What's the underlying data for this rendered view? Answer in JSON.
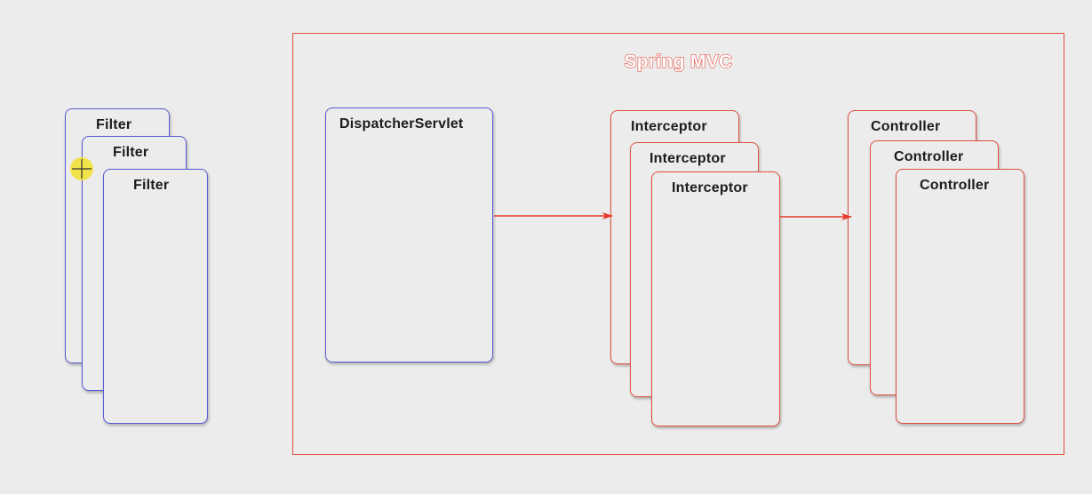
{
  "diagram": {
    "container_title": "Spring MVC",
    "filters": [
      {
        "label": "Filter"
      },
      {
        "label": "Filter"
      },
      {
        "label": "Filter"
      }
    ],
    "dispatcher": {
      "label": "DispatcherServlet"
    },
    "interceptors": [
      {
        "label": "Interceptor"
      },
      {
        "label": "Interceptor"
      },
      {
        "label": "Interceptor"
      }
    ],
    "controllers": [
      {
        "label": "Controller"
      },
      {
        "label": "Controller"
      },
      {
        "label": "Controller"
      }
    ],
    "edges": [
      {
        "from": "DispatcherServlet",
        "to": "Interceptor"
      },
      {
        "from": "Interceptor",
        "to": "Controller"
      }
    ]
  },
  "colors": {
    "filter_border": "#5b5bd6",
    "dispatcher_border": "#5b5bd6",
    "mvc_border": "#e0503f",
    "arrow": "#e53b2a",
    "title": "#e53b2a",
    "cursor_highlight": "#f2e23a"
  },
  "icons": {
    "cursor": "crosshair-cursor-icon"
  }
}
